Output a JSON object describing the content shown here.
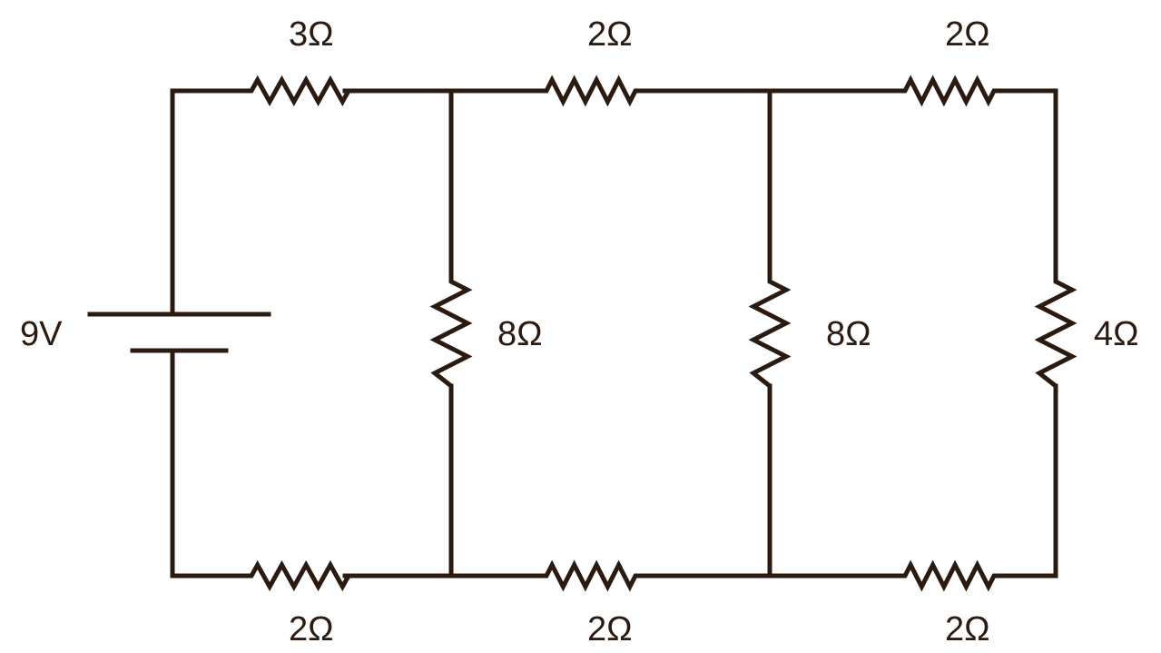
{
  "diagram": {
    "type": "resistor circuit",
    "wire_color": "#2a1a10",
    "battery": {
      "label": "9V"
    },
    "resistors": {
      "top_left": "3Ω",
      "top_middle": "2Ω",
      "top_right": "2Ω",
      "bottom_left": "2Ω",
      "bottom_middle": "2Ω",
      "bottom_right": "2Ω",
      "vertical_left": "8Ω",
      "vertical_middle": "8Ω",
      "vertical_right": "4Ω"
    }
  }
}
